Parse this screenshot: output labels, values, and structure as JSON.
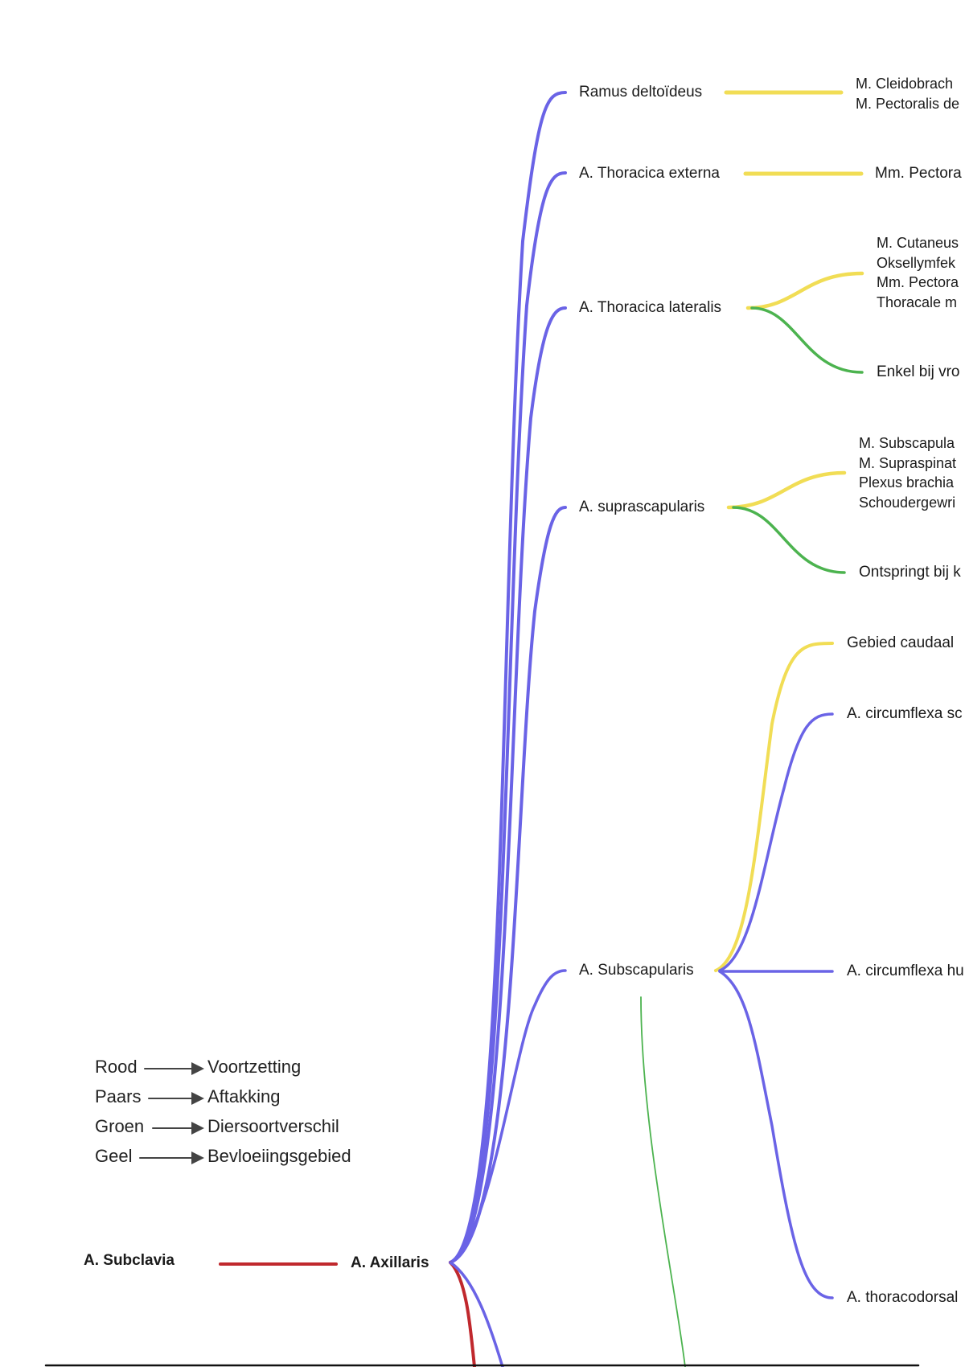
{
  "colors": {
    "red": "#c0282d",
    "purple": "#6a63e6",
    "green": "#4cb34f",
    "yellow": "#f1dd55"
  },
  "legend": [
    {
      "key": "Rood",
      "value": "Voortzetting"
    },
    {
      "key": "Paars",
      "value": "Aftakking"
    },
    {
      "key": "Groen",
      "value": "Diersoortverschil"
    },
    {
      "key": "Geel",
      "value": "Bevloeiingsgebied"
    }
  ],
  "root": {
    "origin": "A. Subclavia",
    "main": "A. Axillaris"
  },
  "branches": {
    "ramus_deltoideus": {
      "label": "Ramus deltoïdeus",
      "targets": [
        "M. Cleidobrach",
        "M. Pectoralis de"
      ]
    },
    "thoracica_externa": {
      "label": "A. Thoracica externa",
      "targets": [
        "Mm. Pectora"
      ]
    },
    "thoracica_lateralis": {
      "label": "A. Thoracica lateralis",
      "targets": [
        "M. Cutaneus",
        "Oksellymfek",
        "Mm. Pectora",
        "Thoracale m"
      ],
      "species_note": "Enkel bij vro"
    },
    "suprascapularis": {
      "label": "A. suprascapularis",
      "targets": [
        "M. Subscapula",
        "M. Supraspinat",
        "Plexus brachia",
        "Schoudergewri"
      ],
      "species_note": "Ontspringt bij k"
    },
    "subscapularis": {
      "label": "A. Subscapularis",
      "area": "Gebied caudaal",
      "children": [
        "A. circumflexa sc",
        "A. circumflexa hu",
        "A. thoracodorsal"
      ]
    }
  }
}
